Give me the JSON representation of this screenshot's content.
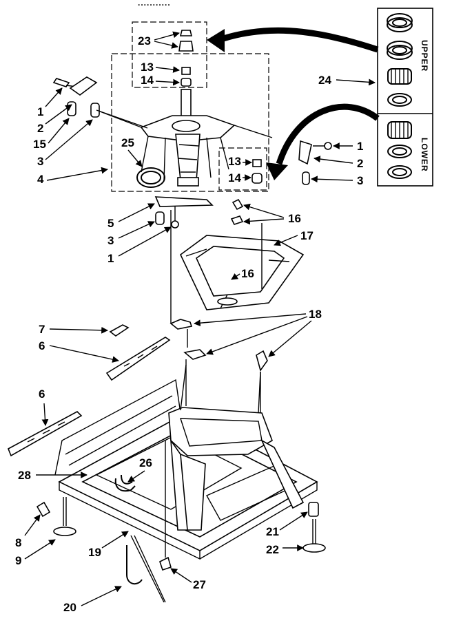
{
  "header_fragment": "...........",
  "callouts": [
    "1",
    "2",
    "3",
    "4",
    "5",
    "6",
    "7",
    "8",
    "9",
    "13",
    "14",
    "15",
    "16",
    "17",
    "18",
    "19",
    "20",
    "21",
    "22",
    "23",
    "24",
    "25",
    "26",
    "27",
    "28"
  ],
  "kit_labels": {
    "upper": "UPPER",
    "lower": "LOWER"
  }
}
